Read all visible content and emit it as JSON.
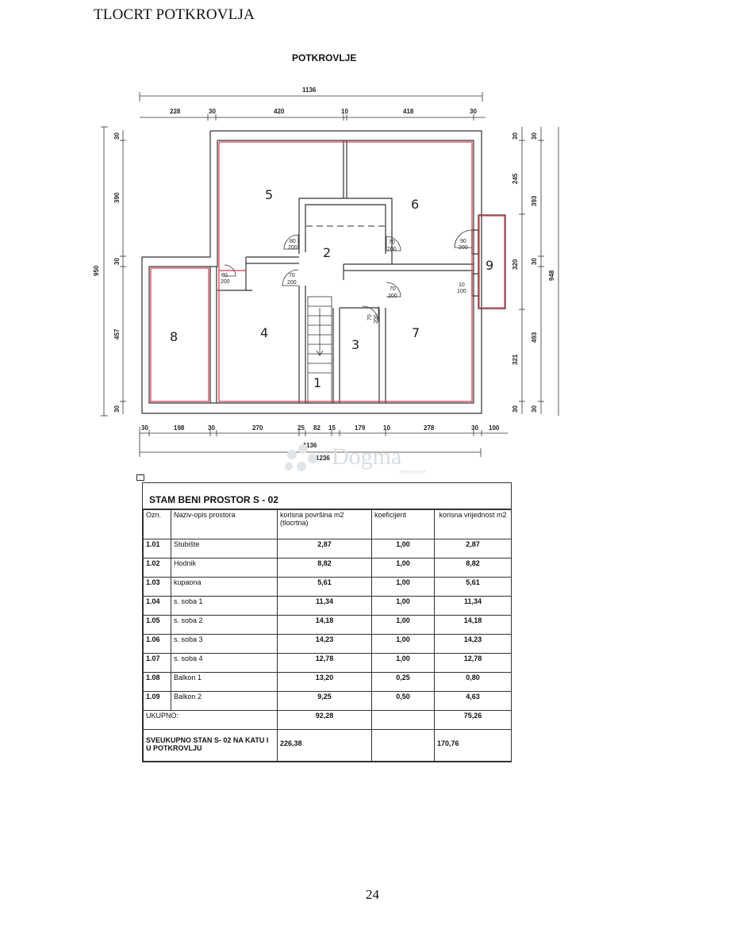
{
  "document": {
    "title": "TLOCRT POTKROVLJA",
    "page_number": "24"
  },
  "plan": {
    "title": "POTKROVLJE",
    "top_dims": {
      "total": "1136",
      "segments": [
        "228",
        "30",
        "420",
        "10",
        "418",
        "30"
      ]
    },
    "bottom_dims": {
      "segments": [
        "30",
        "198",
        "30",
        "270",
        "25",
        "82",
        "15",
        "179",
        "10",
        "278",
        "30",
        "100"
      ],
      "total": "1136",
      "total2": "1236"
    },
    "left_dims": {
      "outer": "950",
      "segments": [
        "30",
        "390",
        "30",
        "457",
        "30"
      ]
    },
    "right_dims": {
      "inner": [
        "30",
        "245",
        "320",
        "321",
        "30"
      ],
      "middle": [
        "30",
        "393",
        "30",
        "493",
        "30"
      ],
      "outer": "948"
    },
    "rooms": [
      "1",
      "2",
      "3",
      "4",
      "5",
      "6",
      "7",
      "8",
      "9"
    ],
    "doors": [
      {
        "w": "80",
        "h": "200"
      },
      {
        "w": "70",
        "h": "200"
      },
      {
        "w": "90",
        "h": "200"
      },
      {
        "w": "80",
        "h": "200"
      },
      {
        "w": "70",
        "h": "200"
      },
      {
        "w": "70",
        "h": "200"
      },
      {
        "w": "70",
        "h": "200"
      },
      {
        "w": "10",
        "h": "100"
      }
    ],
    "watermark": "Dogma",
    "watermark_sub": "nekretnine"
  },
  "table": {
    "corner_mark": "\"\"",
    "title": "STAM BENI PROSTOR  S - 02",
    "headers": [
      "Ozn.",
      "Naziv-opis prostora",
      "korisna površina m2 (tlocrtna)",
      "koeficijent",
      "korisna vrijednost m2"
    ],
    "rows": [
      [
        "1.01",
        "Stubište",
        "2,87",
        "1,00",
        "2,87"
      ],
      [
        "1.02",
        "Hodnik",
        "8,82",
        "1,00",
        "8,82"
      ],
      [
        "1.03",
        "kupaona",
        "5,61",
        "1,00",
        "5,61"
      ],
      [
        "1.04",
        "s. soba 1",
        "11,34",
        "1,00",
        "11,34"
      ],
      [
        "1.05",
        "s. soba 2",
        "14,18",
        "1,00",
        "14,18"
      ],
      [
        "1.06",
        "s. soba 3",
        "14,23",
        "1,00",
        "14,23"
      ],
      [
        "1.07",
        "s. soba 4",
        "12,78",
        "1,00",
        "12,78"
      ],
      [
        "1.08",
        "Balkon  1",
        "13,20",
        "0,25",
        "0,80"
      ],
      [
        "1.09",
        "Balkon  2",
        "9,25",
        "0,50",
        "4,63"
      ]
    ],
    "total": {
      "label": "UKUPNO:",
      "area": "92,28",
      "coef": "",
      "value": "75,26"
    },
    "grand_total": {
      "label": "SVEUKUPNO  STAN  S- 02 NA KATU I U POTKROVLJU",
      "area": "226,38",
      "coef": "",
      "value": "170,76"
    }
  }
}
